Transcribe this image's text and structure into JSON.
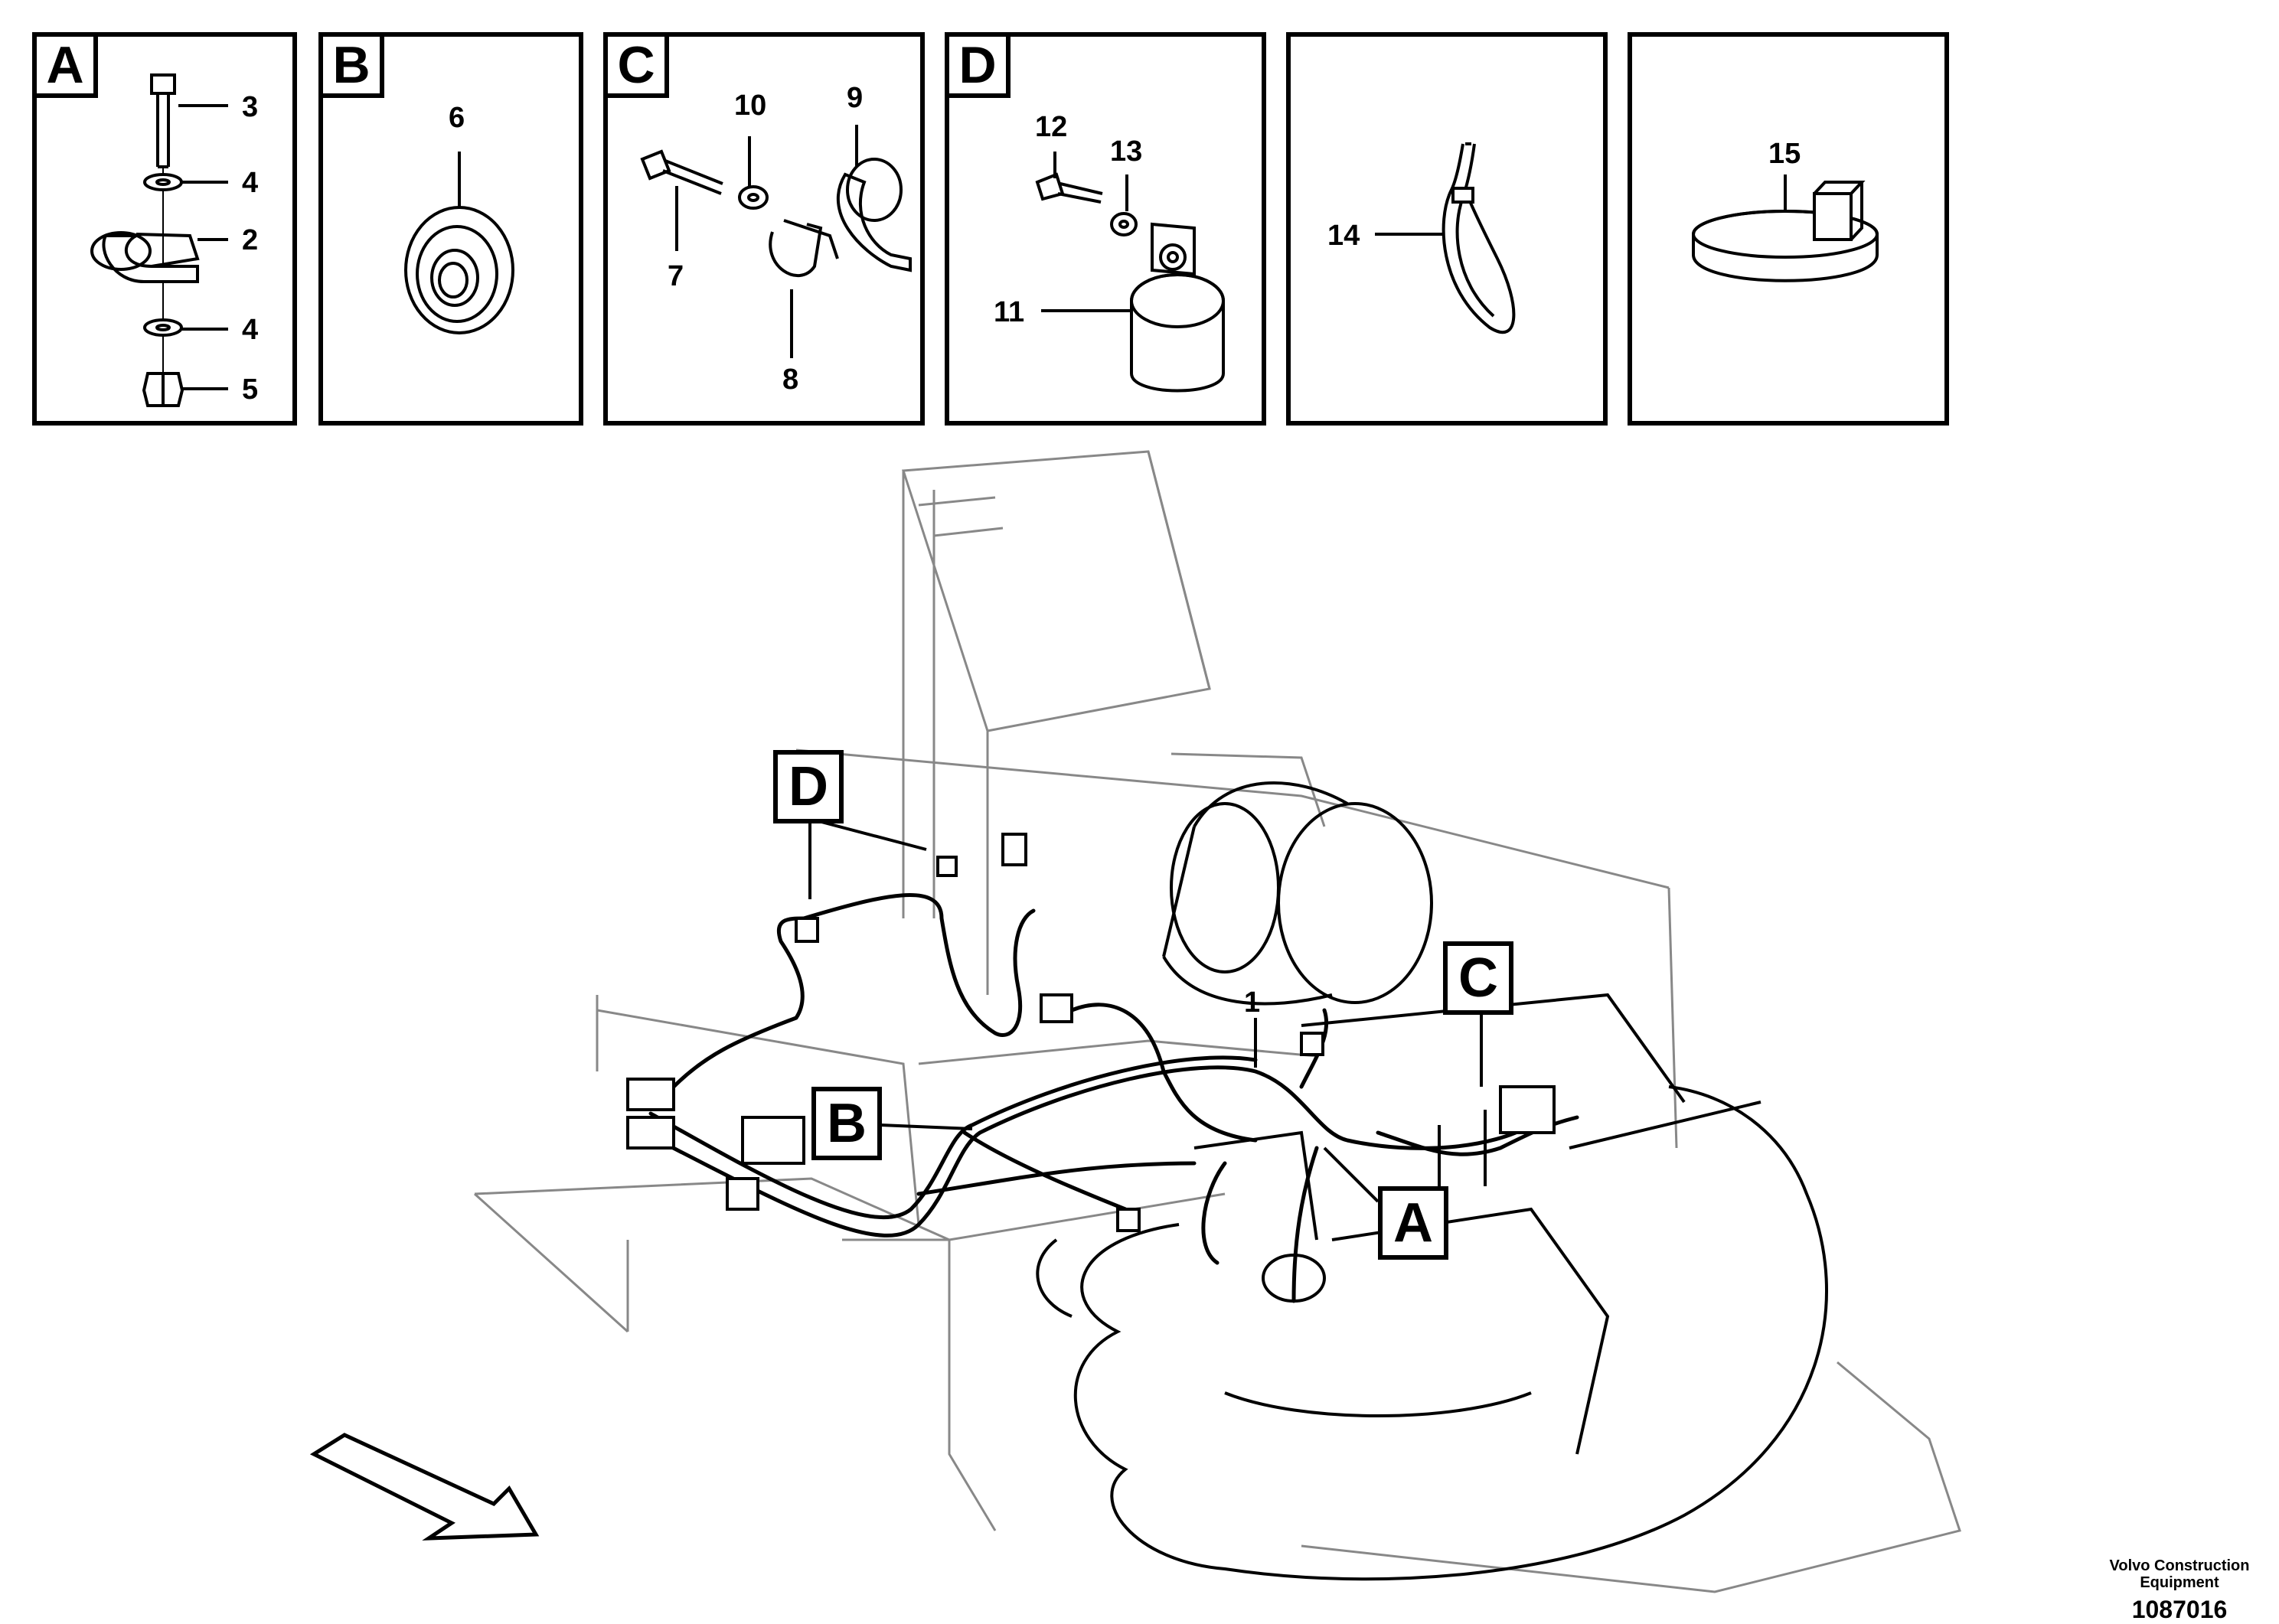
{
  "panels": [
    {
      "tag": "A",
      "labels": [
        "3",
        "4",
        "2",
        "4",
        "5"
      ]
    },
    {
      "tag": "B",
      "labels": [
        "6"
      ]
    },
    {
      "tag": "C",
      "labels": [
        "10",
        "9",
        "7",
        "8"
      ]
    },
    {
      "tag": "D",
      "labels": [
        "12",
        "13",
        "11"
      ]
    },
    {
      "tag": "",
      "labels": [
        "14"
      ]
    },
    {
      "tag": "",
      "labels": [
        "15"
      ]
    }
  ],
  "callouts": {
    "A": "A",
    "B": "B",
    "C": "C",
    "D": "D"
  },
  "main_label": "1",
  "footer": {
    "company_line1": "Volvo Construction",
    "company_line2": "Equipment",
    "doc_number": "1087016"
  },
  "icons": {
    "direction_arrow": "direction-arrow-icon"
  }
}
